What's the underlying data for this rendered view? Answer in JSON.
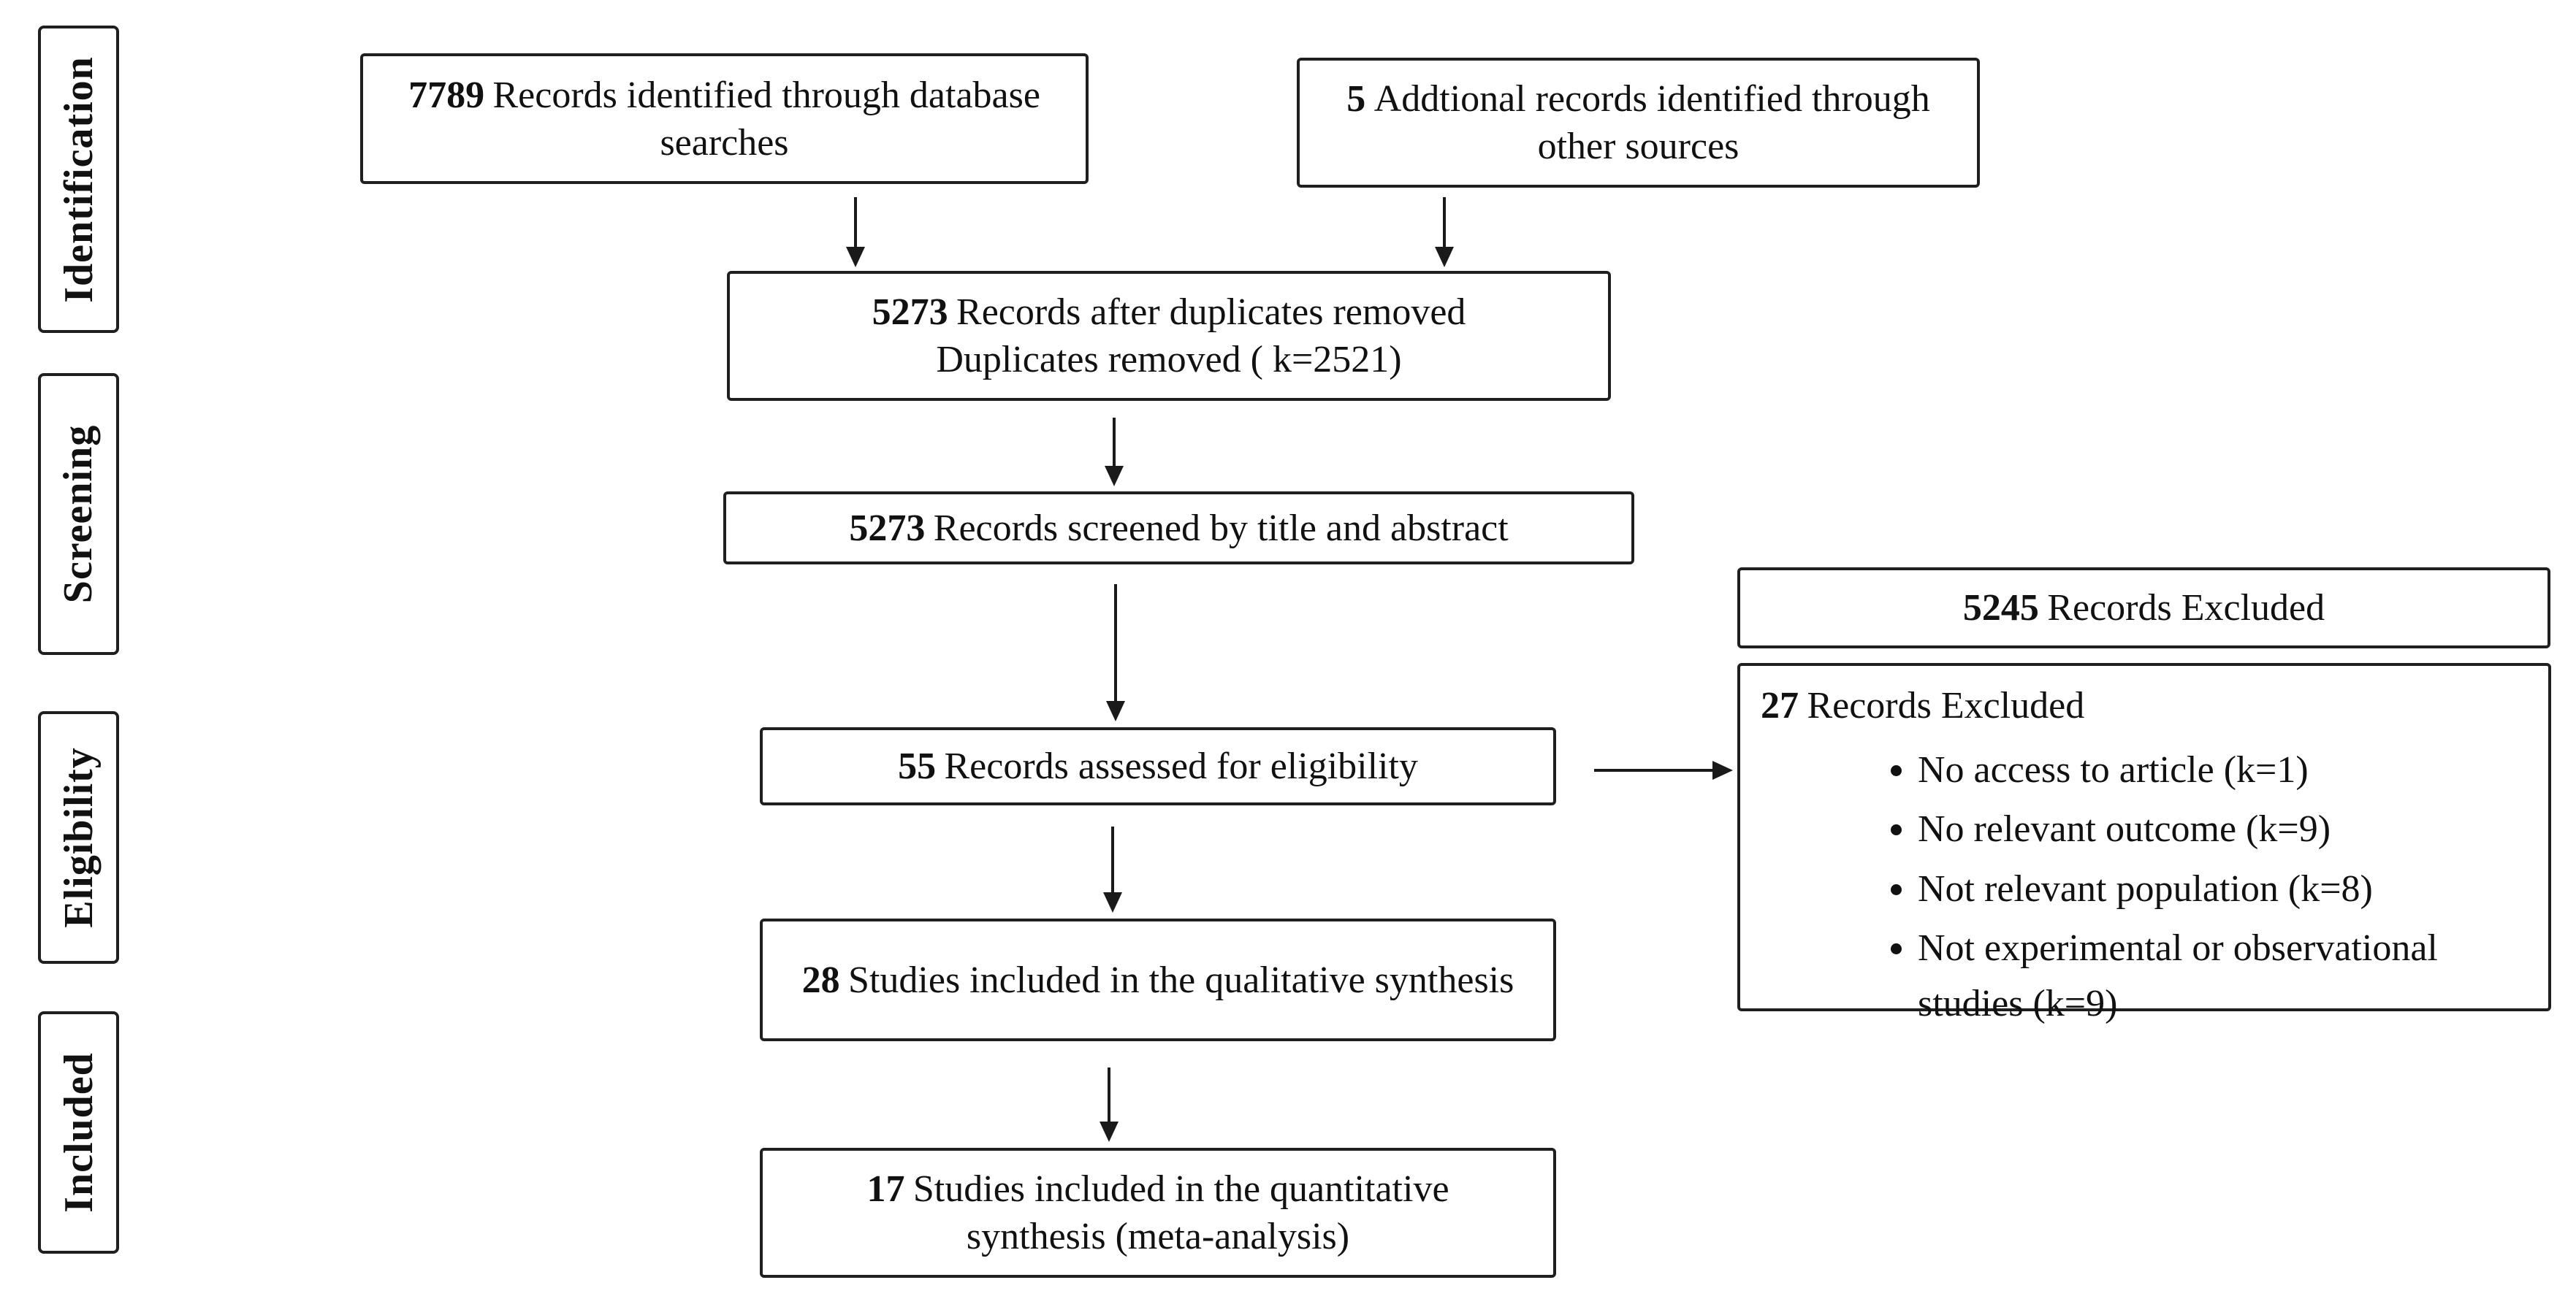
{
  "diagram": {
    "stages": [
      {
        "label": "Identification"
      },
      {
        "label": "Screening"
      },
      {
        "label": "Eligibility"
      },
      {
        "label": "Included"
      }
    ],
    "boxes": {
      "identified_db": {
        "count": "7789",
        "label": "Records identified through database searches"
      },
      "identified_other": {
        "count": "5",
        "label": "Addtional records identified through other sources"
      },
      "after_duplicates": {
        "count": "5273",
        "label": "Records after duplicates removed",
        "line2": "Duplicates removed ( k=2521)"
      },
      "screened": {
        "count": "5273",
        "label": "Records screened by title and abstract"
      },
      "excluded_screening": {
        "count": "5245",
        "label": "Records Excluded"
      },
      "assessed": {
        "count": "55",
        "label": "Records assessed for eligibility"
      },
      "excluded_eligibility": {
        "count": "27",
        "label": "Records Excluded",
        "reasons": [
          "No access to article (k=1)",
          "No relevant outcome (k=9)",
          "Not relevant population (k=8)",
          "Not experimental or observational studies (k=9)"
        ]
      },
      "qualitative": {
        "count": "28",
        "label": "Studies included in the qualitative synthesis"
      },
      "quantitative": {
        "count": "17",
        "label": "Studies included in the quantitative synthesis (meta-analysis)"
      }
    },
    "colors": {
      "border": "#1f1f1f",
      "text": "#111111",
      "background": "#ffffff"
    }
  }
}
